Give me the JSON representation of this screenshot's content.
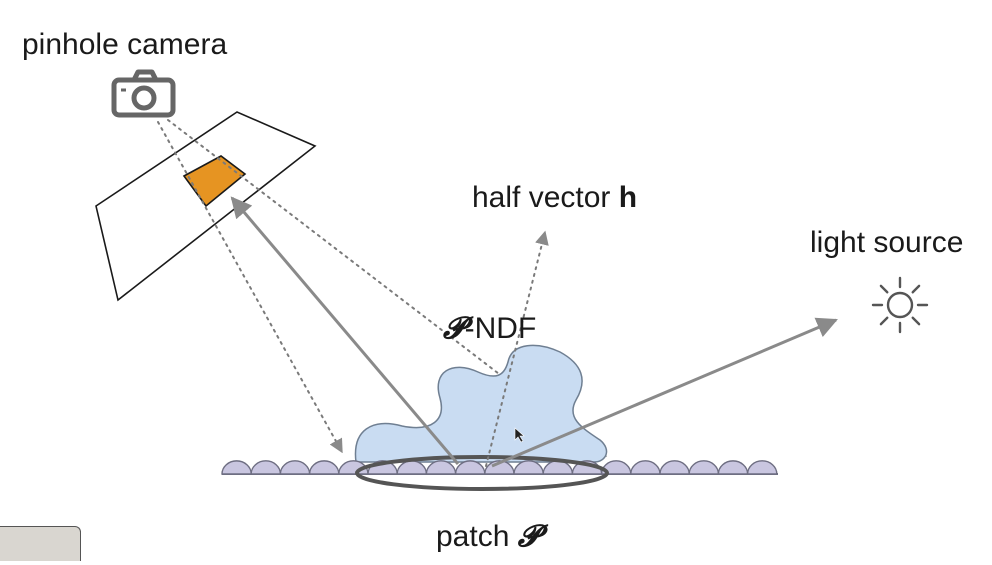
{
  "labels": {
    "camera": "pinhole camera",
    "half_vector_prefix": "half vector ",
    "half_vector_symbol": "h",
    "light": "light source",
    "ndf_symbol": "𝓟",
    "ndf_suffix": "-NDF",
    "patch_prefix": "patch ",
    "patch_symbol": "𝓟"
  },
  "colors": {
    "pixel": "#e69422",
    "ndf_fill": "#c9dcf2",
    "ndf_stroke": "#6f7f92",
    "microfacet_fill": "#c9c6e0",
    "microfacet_stroke": "#6e6e82",
    "arrow": "#8a8a8a",
    "dotted": "#7a7a7a",
    "ellipse": "#555555",
    "icon": "#666666"
  },
  "icons": {
    "camera": "camera-icon",
    "light": "sun-icon"
  }
}
